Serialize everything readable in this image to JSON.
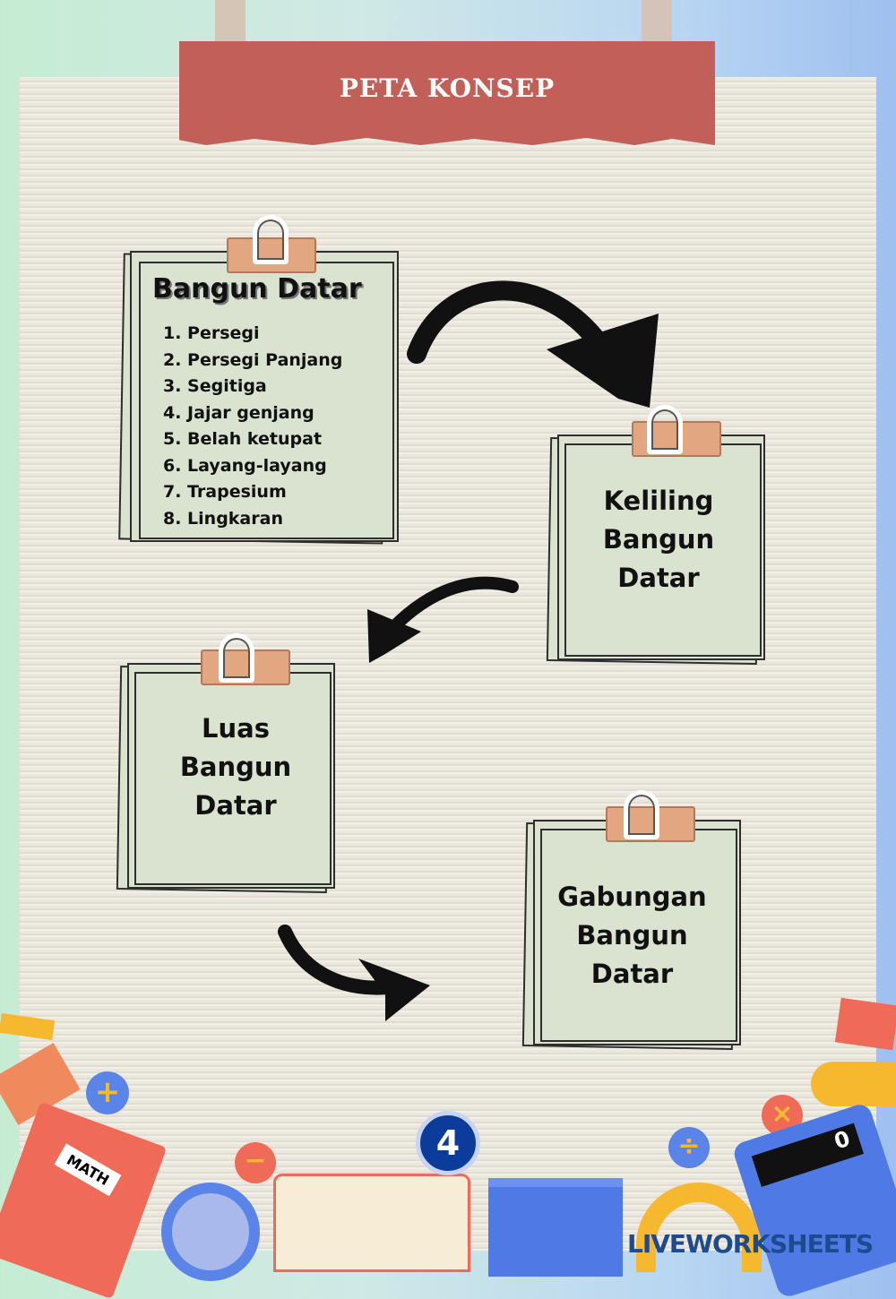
{
  "header": {
    "title": "PETA KONSEP"
  },
  "notes": {
    "bangun_datar": {
      "title": "Bangun Datar",
      "items": [
        "1. Persegi",
        "2. Persegi Panjang",
        "3. Segitiga",
        "4. Jajar genjang",
        "5. Belah ketupat",
        "6. Layang-layang",
        "7. Trapesium",
        "8. Lingkaran"
      ]
    },
    "keliling": {
      "lines": [
        "Keliling",
        "Bangun",
        "Datar"
      ]
    },
    "luas": {
      "lines": [
        "Luas",
        "Bangun",
        "Datar"
      ]
    },
    "gabungan": {
      "lines": [
        "Gabungan",
        "Bangun",
        "Datar"
      ]
    }
  },
  "decorations": {
    "notebook_label": "MATH",
    "calculator_display": "0"
  },
  "footer": {
    "page_number": "4",
    "watermark": "LIVEWORKSHEETS"
  },
  "colors": {
    "banner": "#c15f58",
    "note": "#d9e3cf",
    "page_badge": "#0c3c9b"
  }
}
